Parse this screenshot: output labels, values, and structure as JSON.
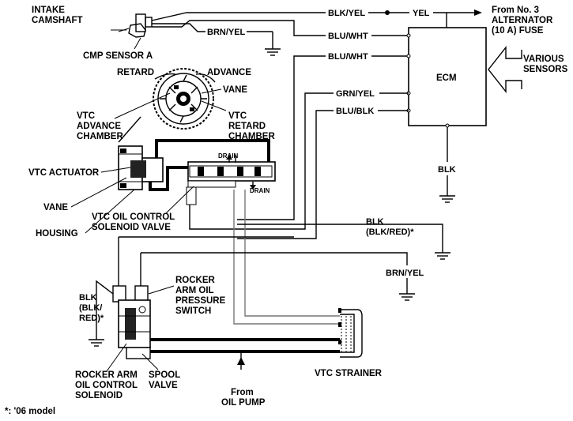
{
  "labels": {
    "intake_camshaft": [
      "INTAKE",
      "CAMSHAFT"
    ],
    "cmp_sensor": "CMP SENSOR A",
    "retard": "RETARD",
    "advance": "ADVANCE",
    "vane_top": "VANE",
    "vtc_advance_chamber": [
      "VTC",
      "ADVANCE",
      "CHAMBER"
    ],
    "vtc_retard_chamber": [
      "VTC",
      "RETARD",
      "CHAMBER"
    ],
    "vtc_actuator": "VTC ACTUATOR",
    "vane": "VANE",
    "housing": "HOUSING",
    "vtc_oil_control": [
      "VTC OIL CONTROL",
      "SOLENOID VALVE"
    ],
    "drain_top": "DRAIN",
    "drain_bottom": "DRAIN",
    "ecm": "ECM",
    "various_sensors": [
      "VARIOUS",
      "SENSORS"
    ],
    "from_alternator": [
      "From No. 3",
      "ALTERNATOR",
      "(10 A) FUSE"
    ],
    "rocker_arm_pressure": [
      "ROCKER",
      "ARM OIL",
      "PRESSURE",
      "SWITCH"
    ],
    "rocker_arm_control": [
      "ROCKER ARM",
      "OIL CONTROL",
      "SOLENOID"
    ],
    "spool_valve": [
      "SPOOL",
      "VALVE"
    ],
    "from_oil_pump": [
      "From",
      "OIL PUMP"
    ],
    "vtc_strainer": "VTC STRAINER",
    "footnote": "*: '06 model",
    "blk_red_left": [
      "BLK",
      "(BLK/",
      "RED)*"
    ],
    "blk_red_right": [
      "BLK",
      "(BLK/RED)*"
    ]
  },
  "wires": {
    "blk_yel": "BLK/YEL",
    "yel": "YEL",
    "brn_yel_top": "BRN/YEL",
    "blu_wht_1": "BLU/WHT",
    "blu_wht_2": "BLU/WHT",
    "grn_yel": "GRN/YEL",
    "blu_blk": "BLU/BLK",
    "blk_ecm": "BLK",
    "brn_yel_bottom": "BRN/YEL"
  }
}
